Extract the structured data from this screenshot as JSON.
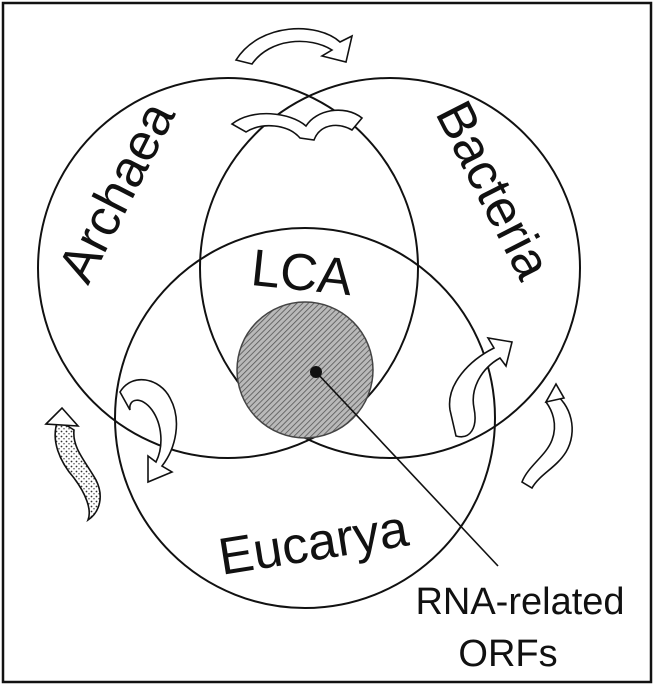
{
  "labels": {
    "archaea": "Archaea",
    "bacteria": "Bacteria",
    "eucarya": "Eucarya",
    "lca": "LCA",
    "callout_line1": "RNA-related",
    "callout_line2": "ORFs"
  },
  "colors": {
    "stroke": "#111111",
    "hatch_fill": "#8a8a8a",
    "background": "#ffffff"
  },
  "icons": [
    "curved-arrow-icon"
  ]
}
